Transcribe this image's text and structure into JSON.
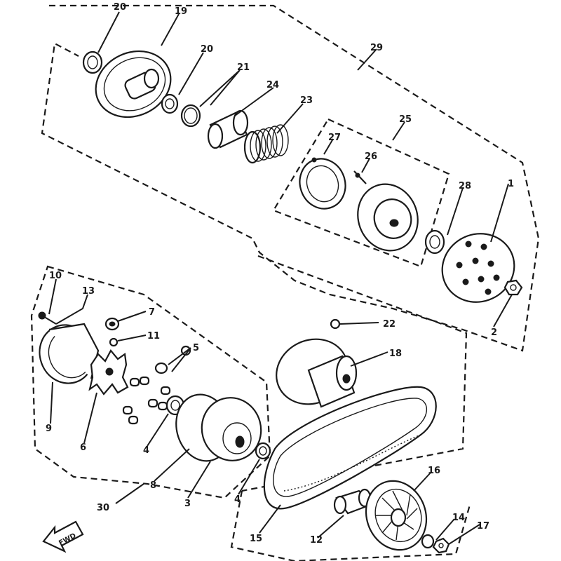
{
  "labels": {
    "l1": "1",
    "l2": "2",
    "l3": "3",
    "l4a": "4",
    "l4b": "4",
    "l5": "5",
    "l6": "6",
    "l7": "7",
    "l8": "8",
    "l9": "9",
    "l10": "10",
    "l11": "11",
    "l12": "12",
    "l13": "13",
    "l14": "14",
    "l15": "15",
    "l16": "16",
    "l17": "17",
    "l18": "18",
    "l19": "19",
    "l20a": "20",
    "l20b": "20",
    "l21": "21",
    "l22": "22",
    "l23": "23",
    "l24": "24",
    "l25": "25",
    "l26": "26",
    "l27": "27",
    "l28": "28",
    "l29": "29",
    "l30": "30"
  },
  "arrow": {
    "text": "FWD"
  },
  "colors": {
    "ink": "#1a1a1a",
    "paper": "#ffffff"
  }
}
